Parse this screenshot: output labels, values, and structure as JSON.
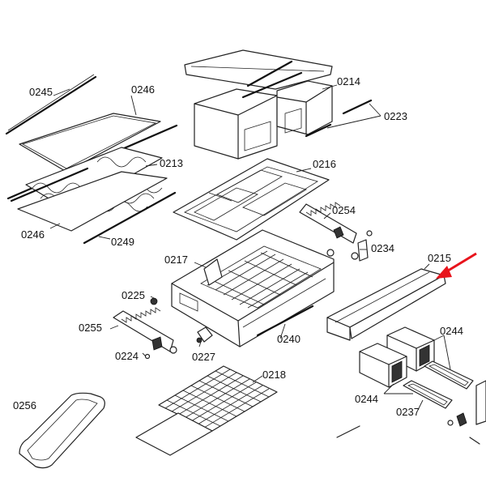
{
  "parts": {
    "p0245": "0245",
    "p0246a": "0246",
    "p0213": "0213",
    "p0246b": "0246",
    "p0249": "0249",
    "p0214": "0214",
    "p0223": "0223",
    "p0216": "0216",
    "p0254": "0254",
    "p0234": "0234",
    "p0215": "0215",
    "p0217": "0217",
    "p0225": "0225",
    "p0255": "0255",
    "p0224": "0224",
    "p0227": "0227",
    "p0240": "0240",
    "p0244a": "0244",
    "p0244b": "0244",
    "p0237": "0237",
    "p0218": "0218",
    "p0256": "0256"
  },
  "colors": {
    "arrow": "#e8141c",
    "line": "#222222"
  }
}
